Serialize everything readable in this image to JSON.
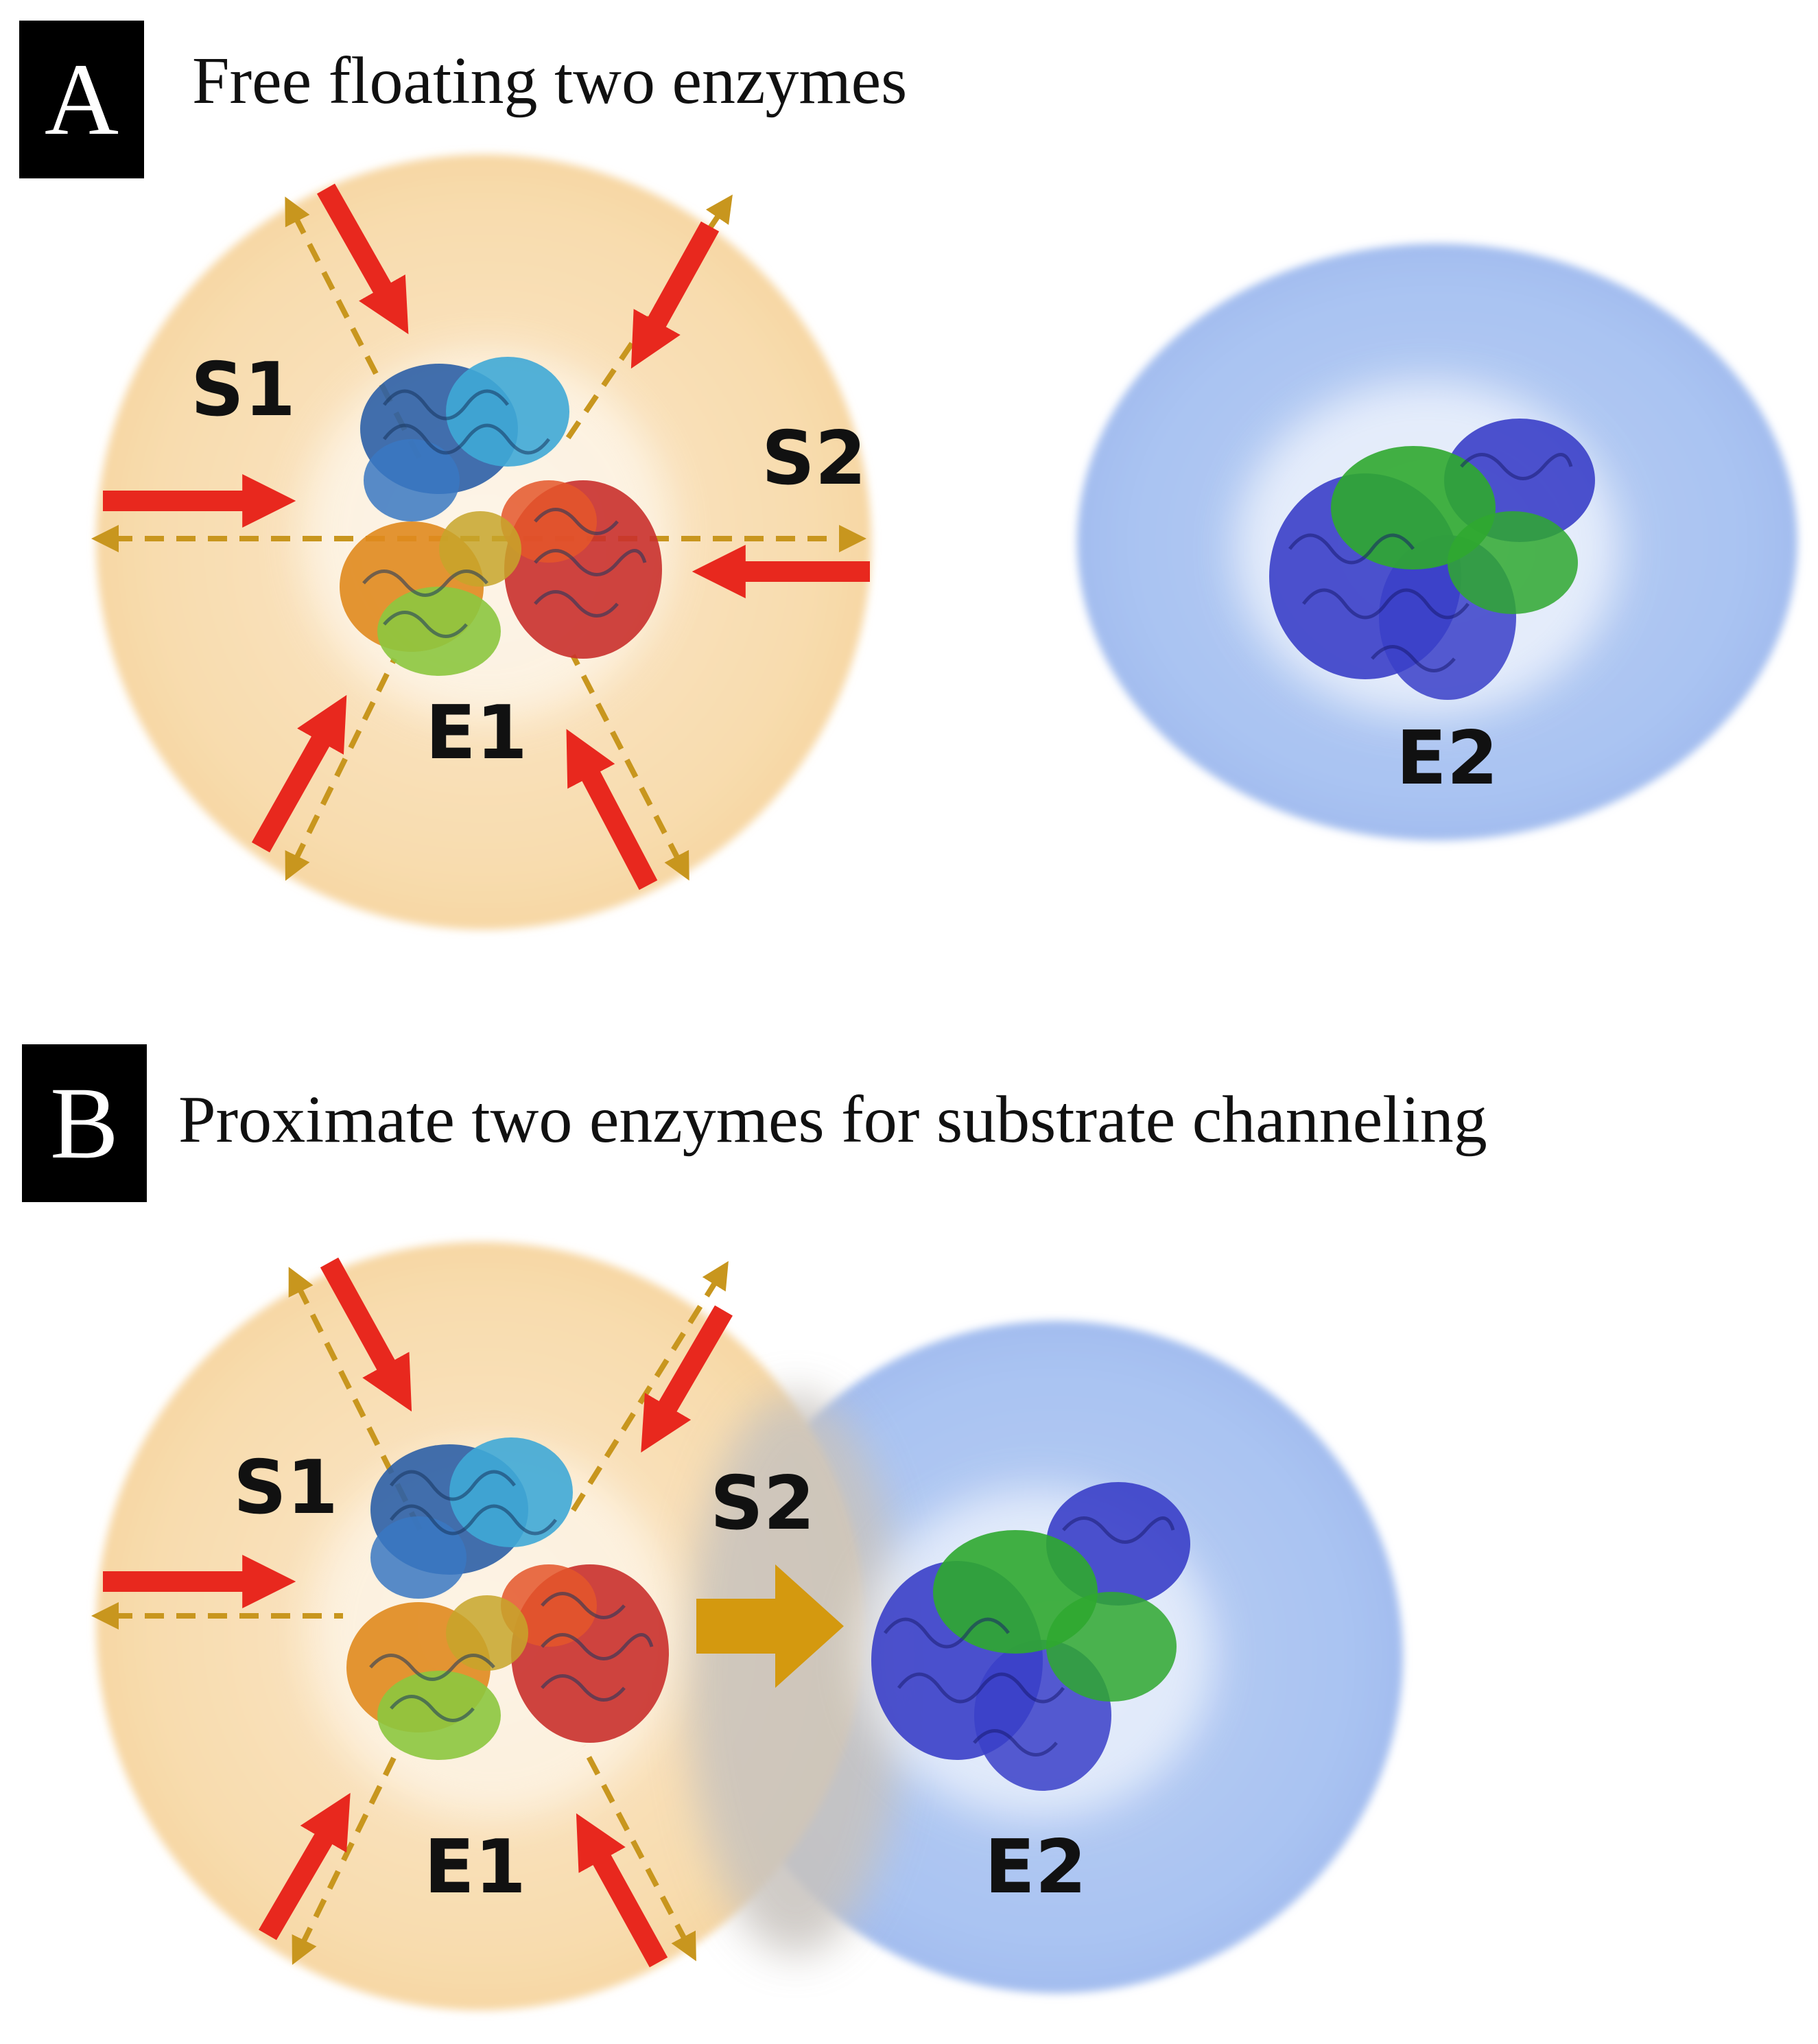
{
  "panels": {
    "a": {
      "tag": "A",
      "title": "Free floating two enzymes",
      "labels": {
        "s1": "S1",
        "s2": "S2",
        "e1": "E1",
        "e2": "E2"
      }
    },
    "b": {
      "tag": "B",
      "title": "Proximate two enzymes for substrate channeling",
      "labels": {
        "s1": "S1",
        "s2": "S2",
        "e1": "E1",
        "e2": "E2"
      }
    }
  },
  "colors": {
    "e1_domain": "#f8dcae",
    "e2_domain": "#a9c3f2",
    "overlap": "#c8c3be",
    "substrate_arrow": "#e8281e",
    "diffusion_arrow": "#c8961e",
    "channel_arrow": "#d4990f",
    "e1_subunits": [
      "#2c5fa6",
      "#3fa9d6",
      "#c9302c",
      "#e08a1e",
      "#8cc63f"
    ],
    "e2_subunits": [
      "#3a3fc8",
      "#2fa82f"
    ]
  },
  "icons": {
    "e1": "tetrameric-protein-ribbon-icon",
    "e2": "dimeric-protein-ribbon-icon"
  }
}
